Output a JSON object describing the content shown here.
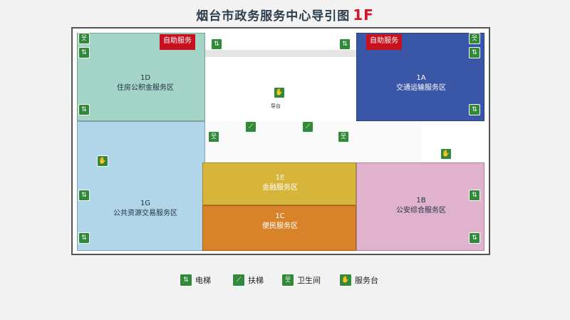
{
  "title": "烟台市政务服务中心导引图",
  "floor": "1F",
  "zones": {
    "d": {
      "code": "1D",
      "name": "住房公积金服务区"
    },
    "a": {
      "code": "1A",
      "name": "交通运输服务区"
    },
    "e": {
      "code": "1E",
      "name": "金融服务区"
    },
    "c": {
      "code": "1C",
      "name": "便民服务区"
    },
    "g": {
      "code": "1G",
      "name": "公共资源交易服务区"
    },
    "b": {
      "code": "1B",
      "name": "公安综合服务区"
    }
  },
  "self_service": "自助服务",
  "info_desk": "导台",
  "legend": {
    "elevator": "电梯",
    "escalator": "扶梯",
    "restroom": "卫生间",
    "service_desk": "服务台"
  },
  "colors": {
    "d": "#a4d3c7",
    "a": "#3a56a6",
    "e": "#d7b43a",
    "c": "#d8822a",
    "g": "#b2d6e9",
    "b": "#e0b2cd",
    "accent": "#d3162b",
    "icon": "#2f8a3a"
  },
  "icons": [
    "elevator-icon",
    "escalator-icon",
    "restroom-icon",
    "service-desk-icon"
  ]
}
